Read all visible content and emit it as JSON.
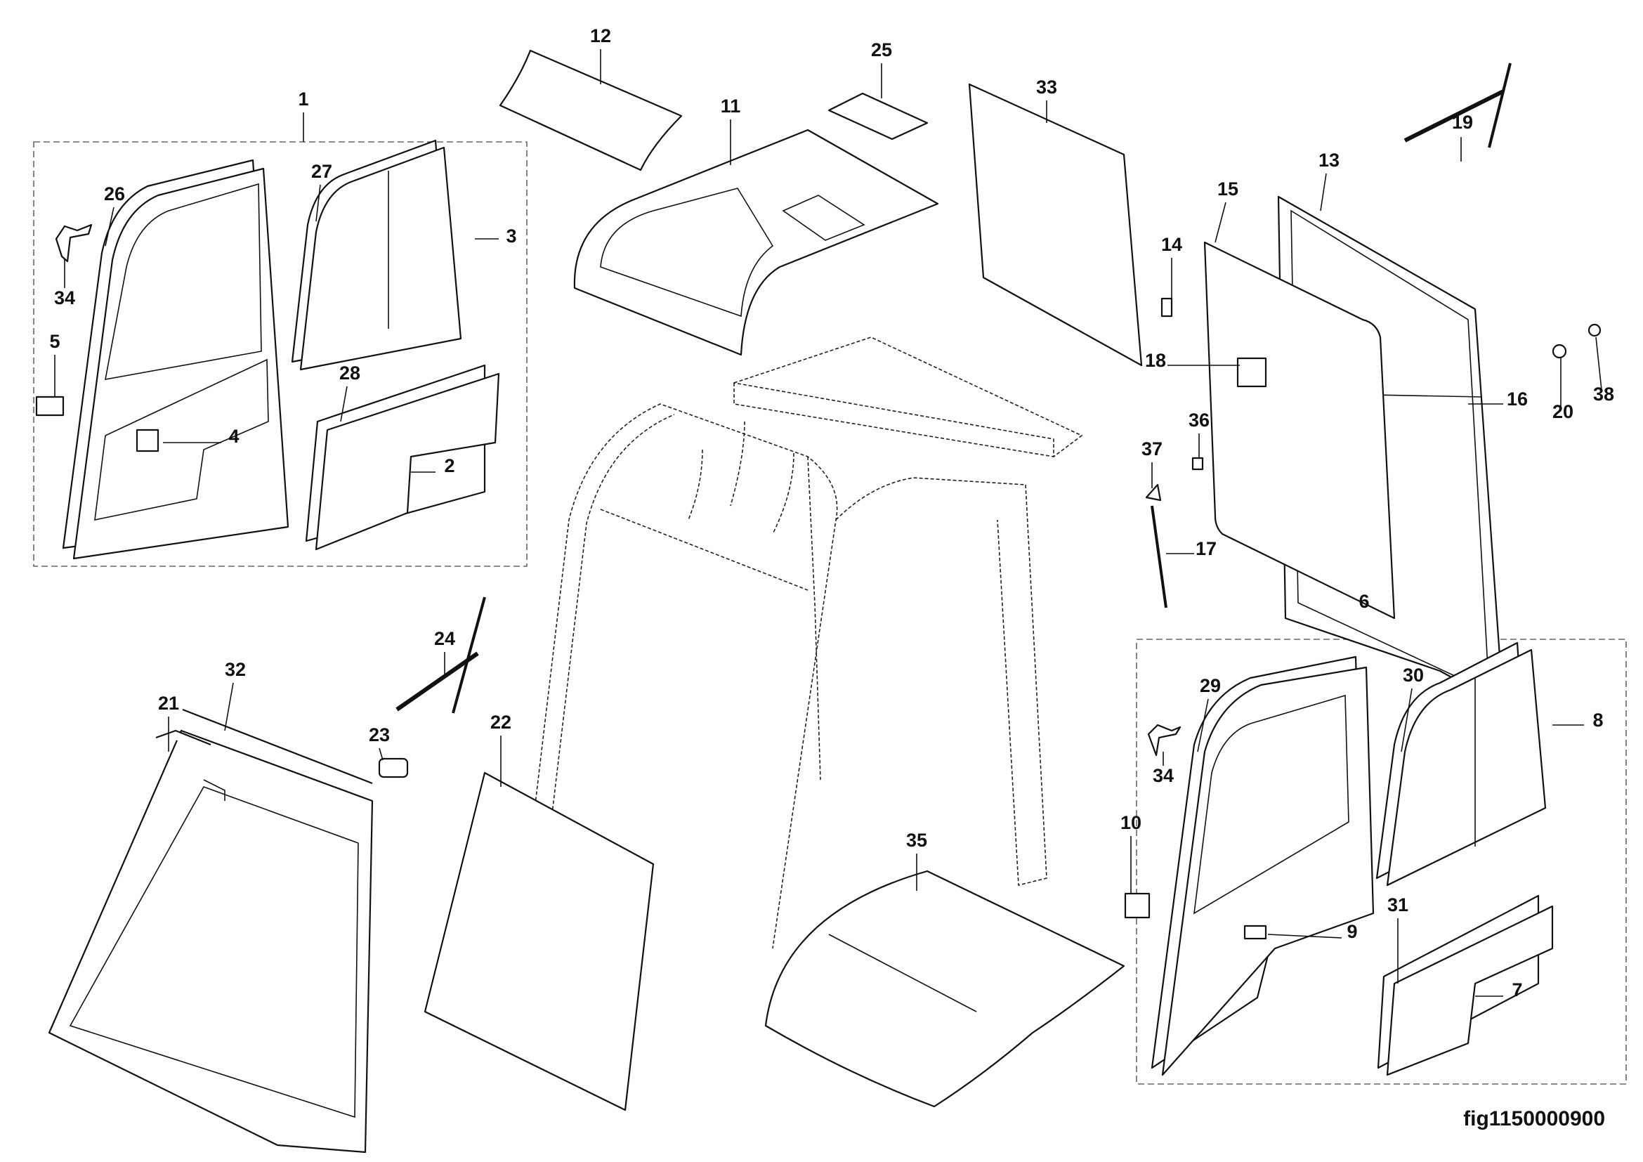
{
  "figure_id": "fig1150000900",
  "callouts": [
    "1",
    "2",
    "3",
    "4",
    "5",
    "6",
    "7",
    "8",
    "9",
    "10",
    "11",
    "12",
    "13",
    "14",
    "15",
    "16",
    "17",
    "18",
    "19",
    "20",
    "21",
    "22",
    "23",
    "24",
    "25",
    "26",
    "27",
    "28",
    "29",
    "30",
    "31",
    "32",
    "33",
    "34",
    "34",
    "35",
    "36",
    "37",
    "38"
  ],
  "groups": [
    {
      "id": "1",
      "contains": [
        "2",
        "3",
        "4",
        "5",
        "26",
        "27",
        "28",
        "34"
      ]
    },
    {
      "id": "6",
      "contains": [
        "7",
        "8",
        "9",
        "10",
        "29",
        "30",
        "31",
        "34"
      ]
    }
  ]
}
